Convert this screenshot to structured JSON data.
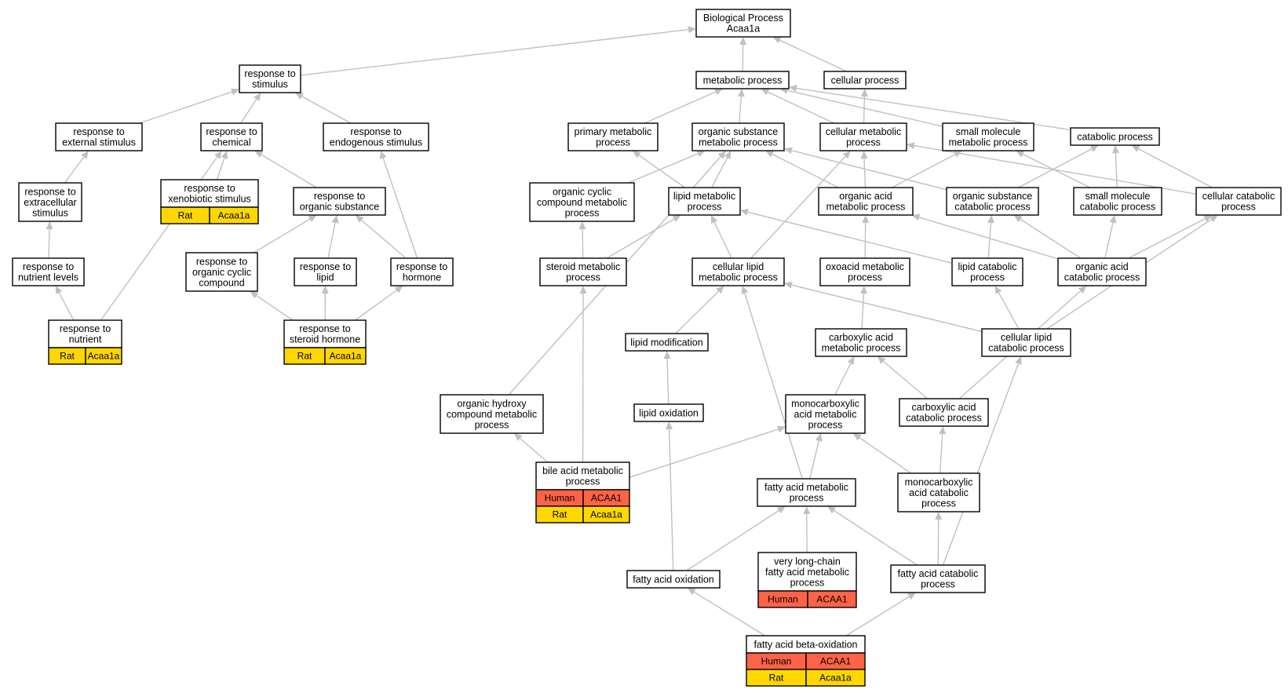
{
  "graph": {
    "colors": {
      "edge": "#c0c0c0",
      "human": "#ff6347",
      "rat": "#ffd700",
      "node_border": "#000000",
      "background": "#ffffff"
    },
    "nodes": [
      {
        "id": "bp",
        "lines": [
          "Biological Process",
          "Acaa1a"
        ]
      },
      {
        "id": "rts",
        "lines": [
          "response to",
          "stimulus"
        ]
      },
      {
        "id": "mp",
        "lines": [
          "metabolic process"
        ]
      },
      {
        "id": "cp",
        "lines": [
          "cellular process"
        ]
      },
      {
        "id": "rtes",
        "lines": [
          "response to",
          "external stimulus"
        ]
      },
      {
        "id": "rtc",
        "lines": [
          "response to",
          "chemical"
        ]
      },
      {
        "id": "rtendo",
        "lines": [
          "response to",
          "endogenous stimulus"
        ]
      },
      {
        "id": "pmp",
        "lines": [
          "primary metabolic",
          "process"
        ]
      },
      {
        "id": "osmp",
        "lines": [
          "organic substance",
          "metabolic process"
        ]
      },
      {
        "id": "cmp",
        "lines": [
          "cellular metabolic",
          "process"
        ]
      },
      {
        "id": "smmp",
        "lines": [
          "small molecule",
          "metabolic process"
        ]
      },
      {
        "id": "catp",
        "lines": [
          "catabolic process"
        ]
      },
      {
        "id": "rtextra",
        "lines": [
          "response to",
          "extracellular",
          "stimulus"
        ]
      },
      {
        "id": "rtxs",
        "lines": [
          "response to",
          "xenobiotic stimulus"
        ],
        "annotations": [
          {
            "species": "Rat",
            "gene": "Acaa1a"
          }
        ]
      },
      {
        "id": "rtos",
        "lines": [
          "response to",
          "organic substance"
        ]
      },
      {
        "id": "occmp",
        "lines": [
          "organic cyclic",
          "compound metabolic",
          "process"
        ]
      },
      {
        "id": "lmp",
        "lines": [
          "lipid metabolic",
          "process"
        ]
      },
      {
        "id": "oamp",
        "lines": [
          "organic acid",
          "metabolic process"
        ]
      },
      {
        "id": "oscp",
        "lines": [
          "organic substance",
          "catabolic process"
        ]
      },
      {
        "id": "smcp",
        "lines": [
          "small molecule",
          "catabolic process"
        ]
      },
      {
        "id": "ccp",
        "lines": [
          "cellular catabolic",
          "process"
        ]
      },
      {
        "id": "rtnl",
        "lines": [
          "response to",
          "nutrient levels"
        ]
      },
      {
        "id": "rtocc",
        "lines": [
          "response to",
          "organic cyclic",
          "compound"
        ]
      },
      {
        "id": "rtl",
        "lines": [
          "response to",
          "lipid"
        ]
      },
      {
        "id": "rth",
        "lines": [
          "response to",
          "hormone"
        ]
      },
      {
        "id": "stmp",
        "lines": [
          "steroid metabolic",
          "process"
        ]
      },
      {
        "id": "clmp",
        "lines": [
          "cellular lipid",
          "metabolic process"
        ]
      },
      {
        "id": "oxmp",
        "lines": [
          "oxoacid metabolic",
          "process"
        ]
      },
      {
        "id": "lcp",
        "lines": [
          "lipid catabolic",
          "process"
        ]
      },
      {
        "id": "oacp",
        "lines": [
          "organic acid",
          "catabolic process"
        ]
      },
      {
        "id": "rtn",
        "lines": [
          "response to",
          "nutrient"
        ],
        "annotations": [
          {
            "species": "Rat",
            "gene": "Acaa1a"
          }
        ]
      },
      {
        "id": "rtsh",
        "lines": [
          "response to",
          "steroid hormone"
        ],
        "annotations": [
          {
            "species": "Rat",
            "gene": "Acaa1a"
          }
        ]
      },
      {
        "id": "lmod",
        "lines": [
          "lipid modification"
        ]
      },
      {
        "id": "camp",
        "lines": [
          "carboxylic acid",
          "metabolic process"
        ]
      },
      {
        "id": "clcp",
        "lines": [
          "cellular lipid",
          "catabolic process"
        ]
      },
      {
        "id": "ohcmp",
        "lines": [
          "organic hydroxy",
          "compound metabolic",
          "process"
        ]
      },
      {
        "id": "lox",
        "lines": [
          "lipid oxidation"
        ]
      },
      {
        "id": "mcamp",
        "lines": [
          "monocarboxylic",
          "acid metabolic",
          "process"
        ]
      },
      {
        "id": "cacp",
        "lines": [
          "carboxylic acid",
          "catabolic process"
        ]
      },
      {
        "id": "bamp",
        "lines": [
          "bile acid metabolic",
          "process"
        ],
        "annotations": [
          {
            "species": "Human",
            "gene": "ACAA1"
          },
          {
            "species": "Rat",
            "gene": "Acaa1a"
          }
        ]
      },
      {
        "id": "famp",
        "lines": [
          "fatty acid metabolic",
          "process"
        ]
      },
      {
        "id": "mcacp",
        "lines": [
          "monocarboxylic",
          "acid catabolic",
          "process"
        ]
      },
      {
        "id": "vlcfamp",
        "lines": [
          "very long-chain",
          "fatty acid metabolic",
          "process"
        ],
        "annotations": [
          {
            "species": "Human",
            "gene": "ACAA1"
          }
        ]
      },
      {
        "id": "faox",
        "lines": [
          "fatty acid oxidation"
        ]
      },
      {
        "id": "facp",
        "lines": [
          "fatty acid catabolic",
          "process"
        ]
      },
      {
        "id": "fabo",
        "lines": [
          "fatty acid beta-oxidation"
        ],
        "annotations": [
          {
            "species": "Human",
            "gene": "ACAA1"
          },
          {
            "species": "Rat",
            "gene": "Acaa1a"
          }
        ]
      }
    ],
    "edges": [
      [
        "rts",
        "bp"
      ],
      [
        "mp",
        "bp"
      ],
      [
        "cp",
        "bp"
      ],
      [
        "rtes",
        "rts"
      ],
      [
        "rtc",
        "rts"
      ],
      [
        "rtendo",
        "rts"
      ],
      [
        "pmp",
        "mp"
      ],
      [
        "osmp",
        "mp"
      ],
      [
        "cmp",
        "mp"
      ],
      [
        "cmp",
        "cp"
      ],
      [
        "smmp",
        "mp"
      ],
      [
        "catp",
        "mp"
      ],
      [
        "rtextra",
        "rtes"
      ],
      [
        "rtxs",
        "rtc"
      ],
      [
        "rtos",
        "rtc"
      ],
      [
        "occmp",
        "osmp"
      ],
      [
        "lmp",
        "pmp"
      ],
      [
        "lmp",
        "osmp"
      ],
      [
        "oamp",
        "osmp"
      ],
      [
        "oamp",
        "cmp"
      ],
      [
        "oamp",
        "smmp"
      ],
      [
        "oscp",
        "osmp"
      ],
      [
        "oscp",
        "catp"
      ],
      [
        "smcp",
        "smmp"
      ],
      [
        "smcp",
        "catp"
      ],
      [
        "ccp",
        "cmp"
      ],
      [
        "ccp",
        "catp"
      ],
      [
        "rtnl",
        "rtextra"
      ],
      [
        "rtocc",
        "rtos"
      ],
      [
        "rtl",
        "rtos"
      ],
      [
        "rth",
        "rtos"
      ],
      [
        "rth",
        "rtendo"
      ],
      [
        "stmp",
        "occmp"
      ],
      [
        "stmp",
        "lmp"
      ],
      [
        "clmp",
        "lmp"
      ],
      [
        "clmp",
        "cmp"
      ],
      [
        "oxmp",
        "oamp"
      ],
      [
        "lcp",
        "lmp"
      ],
      [
        "lcp",
        "oscp"
      ],
      [
        "oacp",
        "oamp"
      ],
      [
        "oacp",
        "oscp"
      ],
      [
        "oacp",
        "smcp"
      ],
      [
        "oacp",
        "ccp"
      ],
      [
        "rtn",
        "rtnl"
      ],
      [
        "rtn",
        "rtc"
      ],
      [
        "rtsh",
        "rtocc"
      ],
      [
        "rtsh",
        "rtl"
      ],
      [
        "rtsh",
        "rth"
      ],
      [
        "lmod",
        "clmp"
      ],
      [
        "camp",
        "oxmp"
      ],
      [
        "clcp",
        "clmp"
      ],
      [
        "clcp",
        "lcp"
      ],
      [
        "clcp",
        "ccp"
      ],
      [
        "ohcmp",
        "osmp"
      ],
      [
        "lox",
        "lmod"
      ],
      [
        "mcamp",
        "camp"
      ],
      [
        "cacp",
        "camp"
      ],
      [
        "cacp",
        "oacp"
      ],
      [
        "bamp",
        "ohcmp"
      ],
      [
        "bamp",
        "stmp"
      ],
      [
        "bamp",
        "mcamp"
      ],
      [
        "famp",
        "mcamp"
      ],
      [
        "famp",
        "clmp"
      ],
      [
        "mcacp",
        "mcamp"
      ],
      [
        "mcacp",
        "cacp"
      ],
      [
        "vlcfamp",
        "famp"
      ],
      [
        "faox",
        "famp"
      ],
      [
        "faox",
        "lox"
      ],
      [
        "facp",
        "famp"
      ],
      [
        "facp",
        "mcacp"
      ],
      [
        "facp",
        "clcp"
      ],
      [
        "fabo",
        "faox"
      ],
      [
        "fabo",
        "facp"
      ]
    ]
  }
}
